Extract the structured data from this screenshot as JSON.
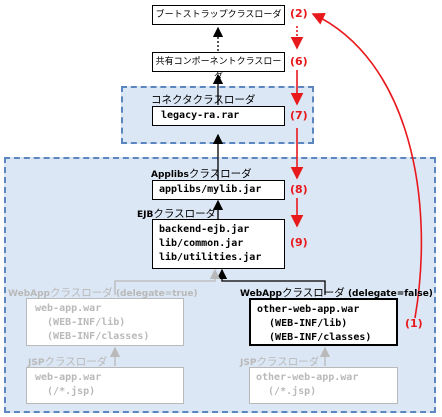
{
  "nodes": {
    "bootstrap": "ブートストラップクラスローダ",
    "common": "共有コンポーネントクラスローダ",
    "connector_title": "コネクタクラスローダ",
    "connector_file": "legacy-ra.rar",
    "applibs_title_bold": "Applibs",
    "applibs_title_rest": "クラスローダ",
    "applibs_file": "applibs/mylib.jar",
    "ejb_title_bold": "EJB",
    "ejb_title_rest": "クラスローダ",
    "ejb_files": "backend-ejb.jar\nlib/common.jar\nlib/utilities.jar",
    "webapp1_title_bold": "WebApp",
    "webapp1_title_rest": "クラスローダ",
    "webapp1_title_suffix": " (delegate=true)",
    "webapp1_files": "web-app.war\n  (WEB-INF/lib)\n  (WEB-INF/classes)",
    "jsp1_title_bold": "JSP",
    "jsp1_title_rest": "クラスローダ",
    "jsp1_files": "web-app.war\n  (/*.jsp)",
    "webapp2_title_bold": "WebApp",
    "webapp2_title_rest": "クラスローダ",
    "webapp2_title_suffix": " (delegate=false)",
    "webapp2_files": "other-web-app.war\n  (WEB-INF/lib)\n  (WEB-INF/classes)",
    "jsp2_title_bold": "JSP",
    "jsp2_title_rest": "クラスローダ",
    "jsp2_files": "other-web-app.war\n  (/*.jsp)"
  },
  "steps": {
    "s1": "(1)",
    "s2": "(2)",
    "s6": "(6)",
    "s7": "(7)",
    "s8": "(8)",
    "s9": "(9)"
  },
  "colors": {
    "accent_red": "#e8191d",
    "region_fill": "#dce7f5",
    "region_border": "#5b86c0",
    "inactive_gray": "#b9b9b9"
  }
}
